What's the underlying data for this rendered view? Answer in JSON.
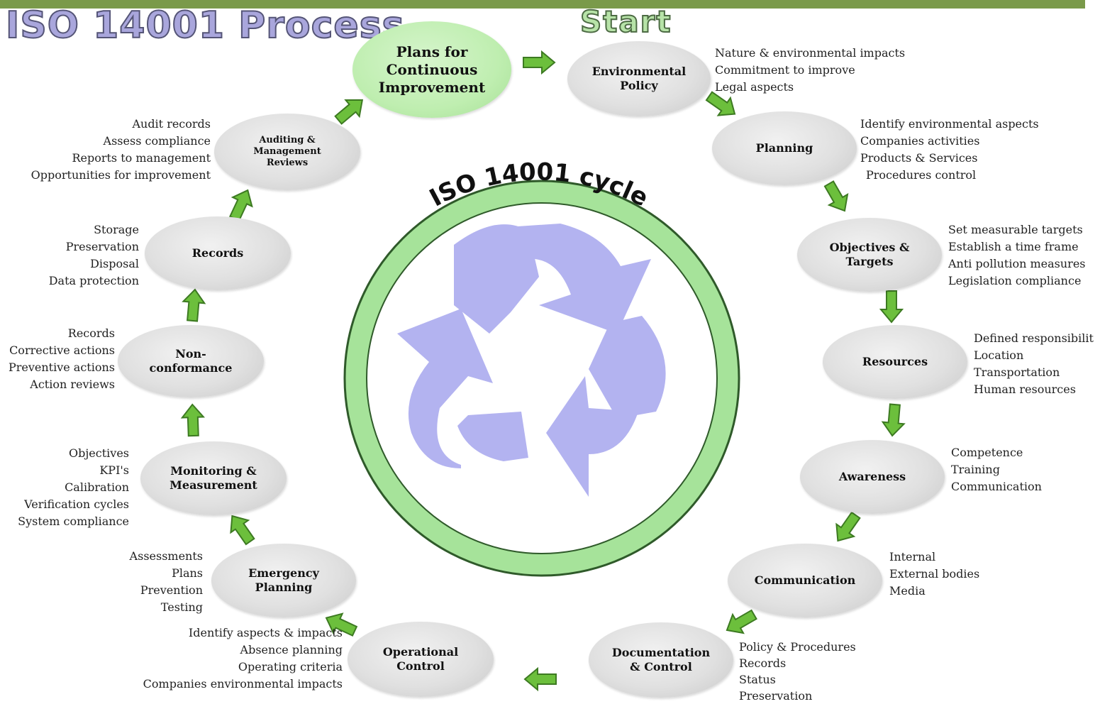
{
  "title": "ISO 14001 Process",
  "start_label": "Start",
  "cycle_label": "ISO 14001 cycle",
  "colors": {
    "topbar": "#7a9a4a",
    "ring": "#a6e39a",
    "recycle": "#b3b3f0",
    "arrow": "#6cbf3c",
    "node": "#dcdcdc",
    "node_green": "#bfeeb0"
  },
  "nodes": [
    {
      "label": "Plans for\nContinuous\nImprovement",
      "details": []
    },
    {
      "label": "Environmental\nPolicy",
      "details": [
        "Nature & environmental impacts",
        "Commitment to improve",
        "Legal aspects"
      ]
    },
    {
      "label": "Planning",
      "details": [
        "Identify environmental aspects",
        "Companies activities",
        "Products & Services",
        " Procedures control"
      ]
    },
    {
      "label": "Objectives &\nTargets",
      "details": [
        "Set measurable targets",
        "Establish a time frame",
        "Anti pollution measures",
        "Legislation compliance"
      ]
    },
    {
      "label": "Resources",
      "details": [
        "Defined responsibilit",
        "Location",
        "Transportation",
        "Human resources"
      ]
    },
    {
      "label": "Awareness",
      "details": [
        "Competence",
        "Training",
        "Communication"
      ]
    },
    {
      "label": "Communication",
      "details": [
        "Internal",
        "External bodies",
        "Media"
      ]
    },
    {
      "label": "Documentation\n& Control",
      "details": [
        "Policy & Procedures",
        "Records",
        "Status",
        "Preservation"
      ]
    },
    {
      "label": "Operational\nControl",
      "details": [
        "Identify aspects & impacts",
        "Absence planning",
        "Operating criteria",
        "Companies environmental impacts"
      ]
    },
    {
      "label": "Emergency\nPlanning",
      "details": [
        "Assessments",
        "Plans",
        "Prevention",
        "Testing"
      ]
    },
    {
      "label": "Monitoring &\nMeasurement",
      "details": [
        "Objectives",
        "KPI's",
        "Calibration",
        "Verification cycles",
        "System compliance"
      ]
    },
    {
      "label": "Non-\nconformance",
      "details": [
        "Records",
        "Corrective actions",
        "Preventive actions",
        "Action reviews"
      ]
    },
    {
      "label": "Records",
      "details": [
        "Storage",
        "Preservation",
        "Disposal",
        "Data protection"
      ]
    },
    {
      "label": "Auditing &\nManagement\nReviews",
      "details": [
        "Audit records",
        "Assess compliance",
        "Reports to management",
        "Opportunities for improvement"
      ]
    }
  ]
}
